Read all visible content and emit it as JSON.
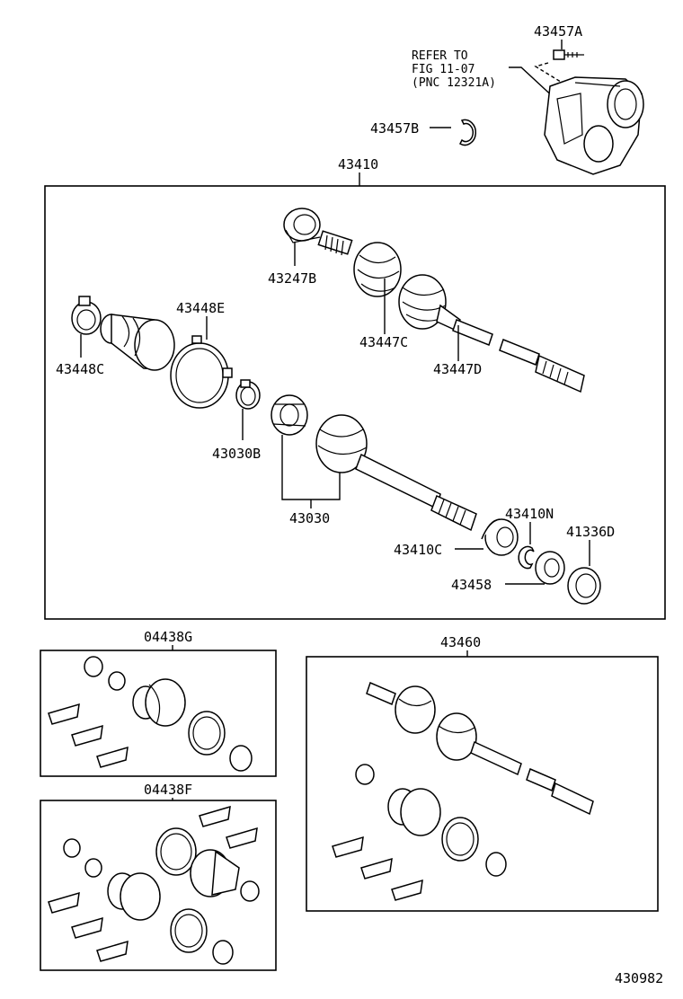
{
  "refer_note": {
    "line1": "REFER TO",
    "line2": "FIG 11-07",
    "line3": "(PNC 12321A)"
  },
  "callouts": {
    "c43457A": "43457A",
    "c43457B": "43457B",
    "c43410": "43410",
    "c43247B": "43247B",
    "c43448E": "43448E",
    "c43448C": "43448C",
    "c43447C": "43447C",
    "c43447D": "43447D",
    "c43030B": "43030B",
    "c43030": "43030",
    "c43410N": "43410N",
    "c43410C": "43410C",
    "c41336D": "41336D",
    "c43458": "43458",
    "c04438G": "04438G",
    "c04438F": "04438F",
    "c43460": "43460"
  },
  "figure_number": "430982"
}
